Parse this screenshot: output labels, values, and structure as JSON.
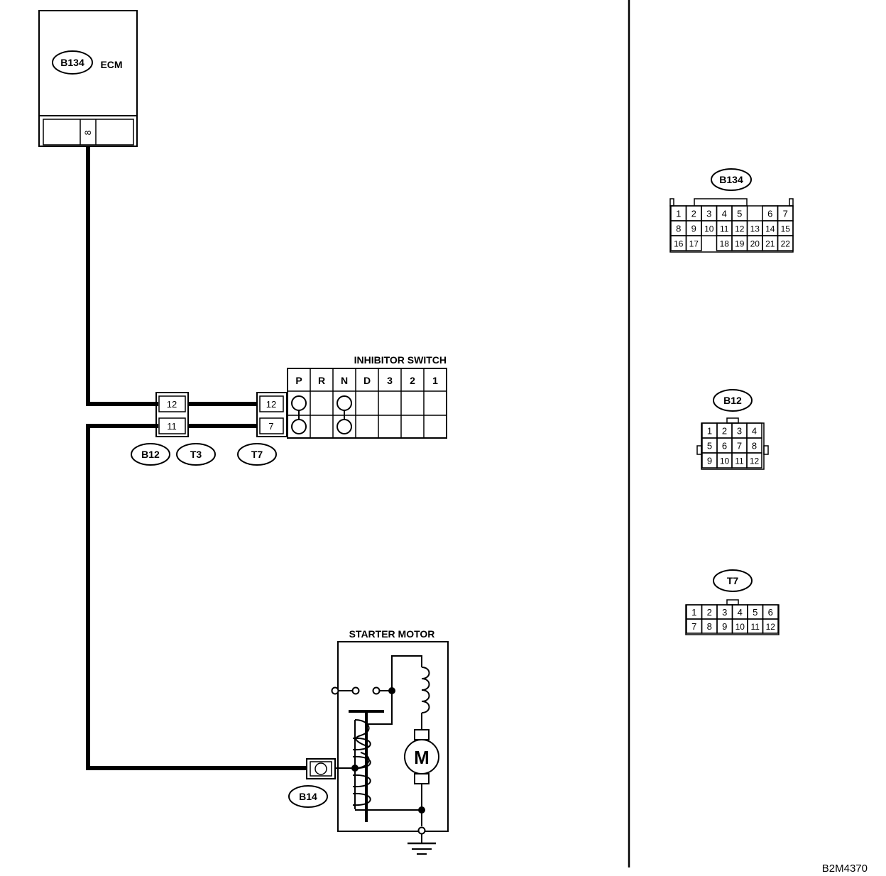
{
  "ecm": {
    "connector": "B134",
    "label": "ECM",
    "pin": "8"
  },
  "inhibitor_switch": {
    "title": "INHIBITOR SWITCH",
    "positions": [
      "P",
      "R",
      "N",
      "D",
      "3",
      "2",
      "1"
    ],
    "pins": [
      "12",
      "7"
    ]
  },
  "harness_connector": {
    "ids": [
      "B12",
      "T3"
    ],
    "pins": [
      "12",
      "11"
    ]
  },
  "t7_label": "T7",
  "starter_motor": {
    "title": "STARTER MOTOR",
    "connector": "B14",
    "motor_symbol": "M"
  },
  "connector_views": {
    "b134": {
      "label": "B134",
      "row1": [
        "1",
        "2",
        "3",
        "4",
        "5",
        "6",
        "7"
      ],
      "row2": [
        "8",
        "9",
        "10",
        "11",
        "12",
        "13",
        "14",
        "15"
      ],
      "row3": [
        "16",
        "17",
        "18",
        "19",
        "20",
        "21",
        "22"
      ]
    },
    "b12": {
      "label": "B12",
      "row1": [
        "1",
        "2",
        "3",
        "4"
      ],
      "row2": [
        "5",
        "6",
        "7",
        "8"
      ],
      "row3": [
        "9",
        "10",
        "11",
        "12"
      ]
    },
    "t7": {
      "label": "T7",
      "row1": [
        "1",
        "2",
        "3",
        "4",
        "5",
        "6"
      ],
      "row2": [
        "7",
        "8",
        "9",
        "10",
        "11",
        "12"
      ]
    }
  },
  "diagram_code": "B2M4370"
}
